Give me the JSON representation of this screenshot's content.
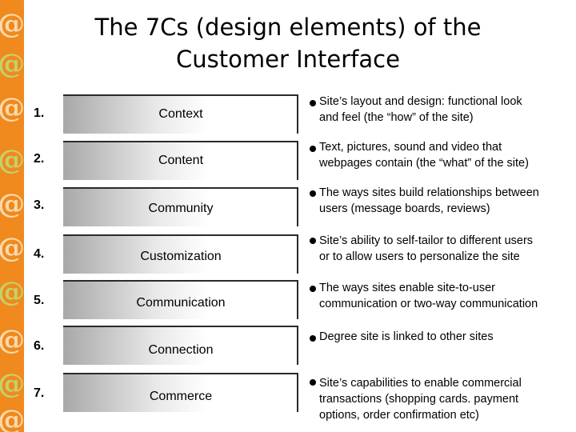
{
  "slide": {
    "title_line1": "The 7Cs (design elements) of the",
    "title_line2": "Customer Interface"
  },
  "items": [
    {
      "num": "1.",
      "label": "Context",
      "desc_line1": "Site’s layout and design: functional look",
      "desc_line2": "and feel (the “how” of the site)"
    },
    {
      "num": "2.",
      "label": "Content",
      "desc_line1": "Text, pictures, sound and video that",
      "desc_line2": "webpages contain (the “what” of the site)"
    },
    {
      "num": "3.",
      "label": "Community",
      "desc_line1": "The ways sites build relationships between",
      "desc_line2": "users (message boards, reviews)"
    },
    {
      "num": "4.",
      "label": "Customization",
      "desc_line1": "Site’s ability to self-tailor to different users",
      "desc_line2": "or to allow users to personalize the site"
    },
    {
      "num": "5.",
      "label": "Communication",
      "desc_line1": "The ways sites enable site-to-user",
      "desc_line2": "communication or two-way communication"
    },
    {
      "num": "6.",
      "label": "Connection",
      "desc_line1": "Degree site is linked to other sites"
    },
    {
      "num": "7.",
      "label": "Commerce",
      "desc_line1": "Site’s capabilities to enable commercial",
      "desc_line2": "transactions (shopping cards. payment",
      "desc_line3": "options, order confirmation etc)"
    }
  ],
  "decor": {
    "side_glyph": "@",
    "strip_color": "#f08a1e"
  }
}
